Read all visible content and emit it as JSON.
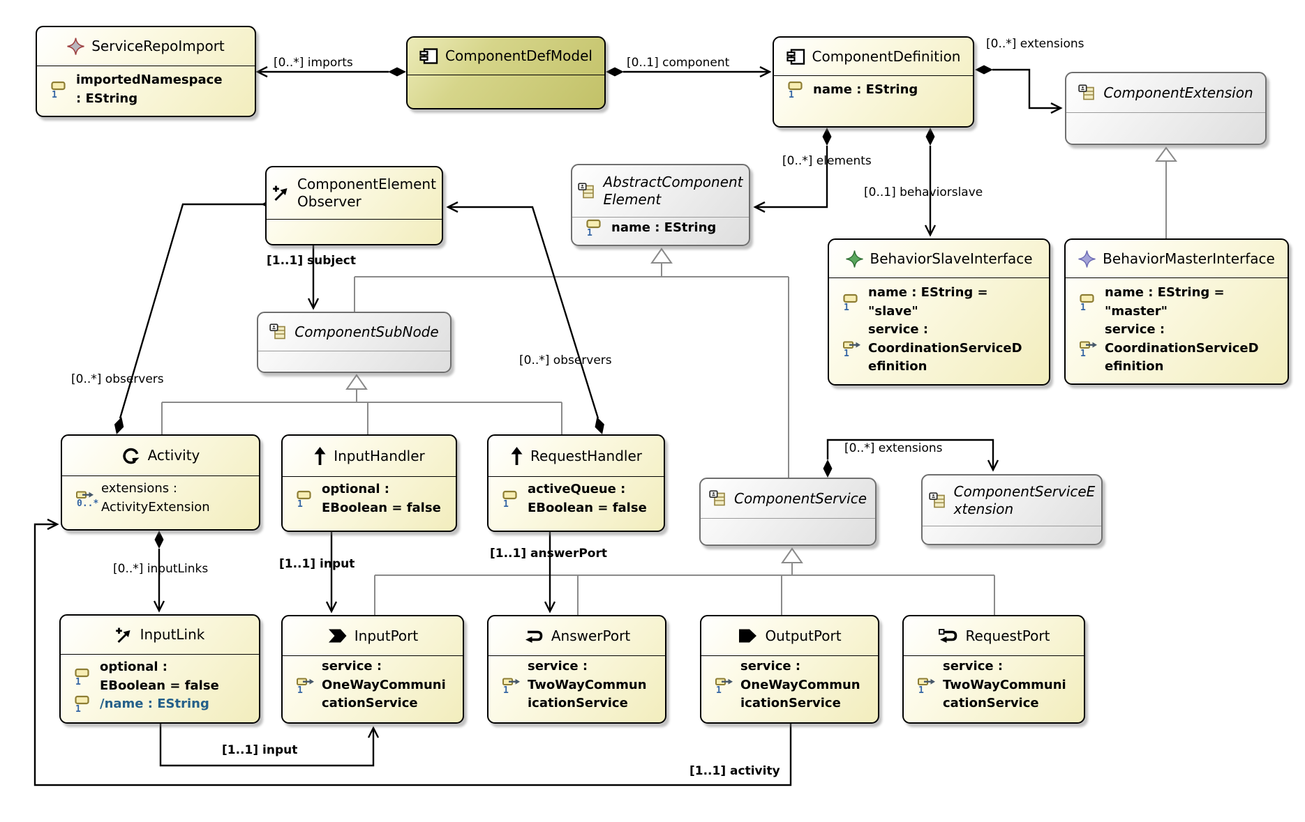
{
  "nodes": {
    "serviceRepoImport": {
      "title": "ServiceRepoImport",
      "icon": "gray-diamond-icon",
      "attrs": [
        {
          "icon": "eattribute-icon",
          "badge": "1",
          "text": "importedNamespace\n: EString"
        }
      ]
    },
    "componentDefModel": {
      "title": "ComponentDefModel",
      "icon": "component-icon",
      "attrs": []
    },
    "componentDefinition": {
      "title": "ComponentDefinition",
      "icon": "component-icon",
      "attrs": [
        {
          "icon": "eattribute-icon",
          "badge": "1",
          "text": "name : EString"
        }
      ]
    },
    "componentExtension": {
      "title": "ComponentExtension",
      "icon": "abstract-class-icon",
      "attrs": []
    },
    "componentElementObserver": {
      "title": "ComponentElement\nObserver",
      "icon": "plus-arrow-icon",
      "attrs": []
    },
    "abstractComponentElement": {
      "title": "AbstractComponent\nElement",
      "icon": "abstract-class-icon",
      "attrs": [
        {
          "icon": "eattribute-icon",
          "badge": "1",
          "text": "name : EString"
        }
      ]
    },
    "behaviorSlaveInterface": {
      "title": "BehaviorSlaveInterface",
      "icon": "green-star-icon",
      "attrs": [
        {
          "icon": "eattribute-icon",
          "badge": "1",
          "text": "name : EString =\n\"slave\""
        },
        {
          "icon": "ereference-icon",
          "badge": "1",
          "text": "service :\nCoordinationServiceD\nefinition"
        }
      ]
    },
    "behaviorMasterInterface": {
      "title": "BehaviorMasterInterface",
      "icon": "violet-star-icon",
      "attrs": [
        {
          "icon": "eattribute-icon",
          "badge": "1",
          "text": "name : EString =\n\"master\""
        },
        {
          "icon": "ereference-icon",
          "badge": "1",
          "text": "service :\nCoordinationServiceD\nefinition"
        }
      ]
    },
    "componentSubNode": {
      "title": "ComponentSubNode",
      "icon": "abstract-class-icon",
      "attrs": []
    },
    "activity": {
      "title": "Activity",
      "icon": "circular-arrow-icon",
      "attrs": [
        {
          "icon": "ereference-icon",
          "badge": "0..*",
          "text": "extensions :\nActivityExtension",
          "regular": true
        }
      ]
    },
    "inputHandler": {
      "title": "InputHandler",
      "icon": "up-arrow-icon",
      "attrs": [
        {
          "icon": "eattribute-icon",
          "badge": "1",
          "text": "optional :\nEBoolean = false"
        }
      ]
    },
    "requestHandler": {
      "title": "RequestHandler",
      "icon": "up-arrow-icon",
      "attrs": [
        {
          "icon": "eattribute-icon",
          "badge": "1",
          "text": "activeQueue :\nEBoolean = false"
        }
      ]
    },
    "componentService": {
      "title": "ComponentService",
      "icon": "abstract-class-icon",
      "attrs": []
    },
    "componentServiceExtension": {
      "title": "ComponentServiceE\nxtension",
      "icon": "abstract-class-icon",
      "attrs": []
    },
    "inputLink": {
      "title": "InputLink",
      "icon": "plus-arrow-icon",
      "attrs": [
        {
          "icon": "eattribute-icon",
          "badge": "1",
          "text": "optional :\nEBoolean = false"
        },
        {
          "icon": "eattribute-icon",
          "badge": "1",
          "text": "/name : EString",
          "color": "#25608a"
        }
      ]
    },
    "inputPort": {
      "title": "InputPort",
      "icon": "input-port-icon",
      "attrs": [
        {
          "icon": "ereference-icon",
          "badge": "1",
          "text": "service :\nOneWayCommuni\ncationService"
        }
      ]
    },
    "answerPort": {
      "title": "AnswerPort",
      "icon": "answer-port-icon",
      "attrs": [
        {
          "icon": "ereference-icon",
          "badge": "1",
          "text": "service :\nTwoWayCommun\nicationService"
        }
      ]
    },
    "outputPort": {
      "title": "OutputPort",
      "icon": "output-port-icon",
      "attrs": [
        {
          "icon": "ereference-icon",
          "badge": "1",
          "text": "service :\nOneWayCommun\nicationService"
        }
      ]
    },
    "requestPort": {
      "title": "RequestPort",
      "icon": "request-port-icon",
      "attrs": [
        {
          "icon": "ereference-icon",
          "badge": "1",
          "text": "service :\nTwoWayCommuni\ncationService"
        }
      ]
    }
  },
  "edges": {
    "imports": {
      "label": "[0..*] imports"
    },
    "component": {
      "label": "[0..1] component"
    },
    "cdExtensions": {
      "label": "[0..*] extensions"
    },
    "elements": {
      "label": "[0..*] elements"
    },
    "behaviorslave": {
      "label": "[0..1] behaviorslave"
    },
    "subject": {
      "label": "[1..1] subject"
    },
    "observers1": {
      "label": "[0..*] observers"
    },
    "observers2": {
      "label": "[0..*] observers"
    },
    "inputLinks": {
      "label": "[0..*] inputLinks"
    },
    "input": {
      "label": "[1..1] input"
    },
    "answerPort": {
      "label": "[1..1] answerPort"
    },
    "csExtensions": {
      "label": "[0..*] extensions"
    },
    "input2": {
      "label": "[1..1] input"
    },
    "activity": {
      "label": "[1..1] activity"
    }
  },
  "colors": {
    "accent_blue": "#3465a4",
    "derived_attr": "#25608a",
    "edge_gray": "#8a8a8a"
  }
}
